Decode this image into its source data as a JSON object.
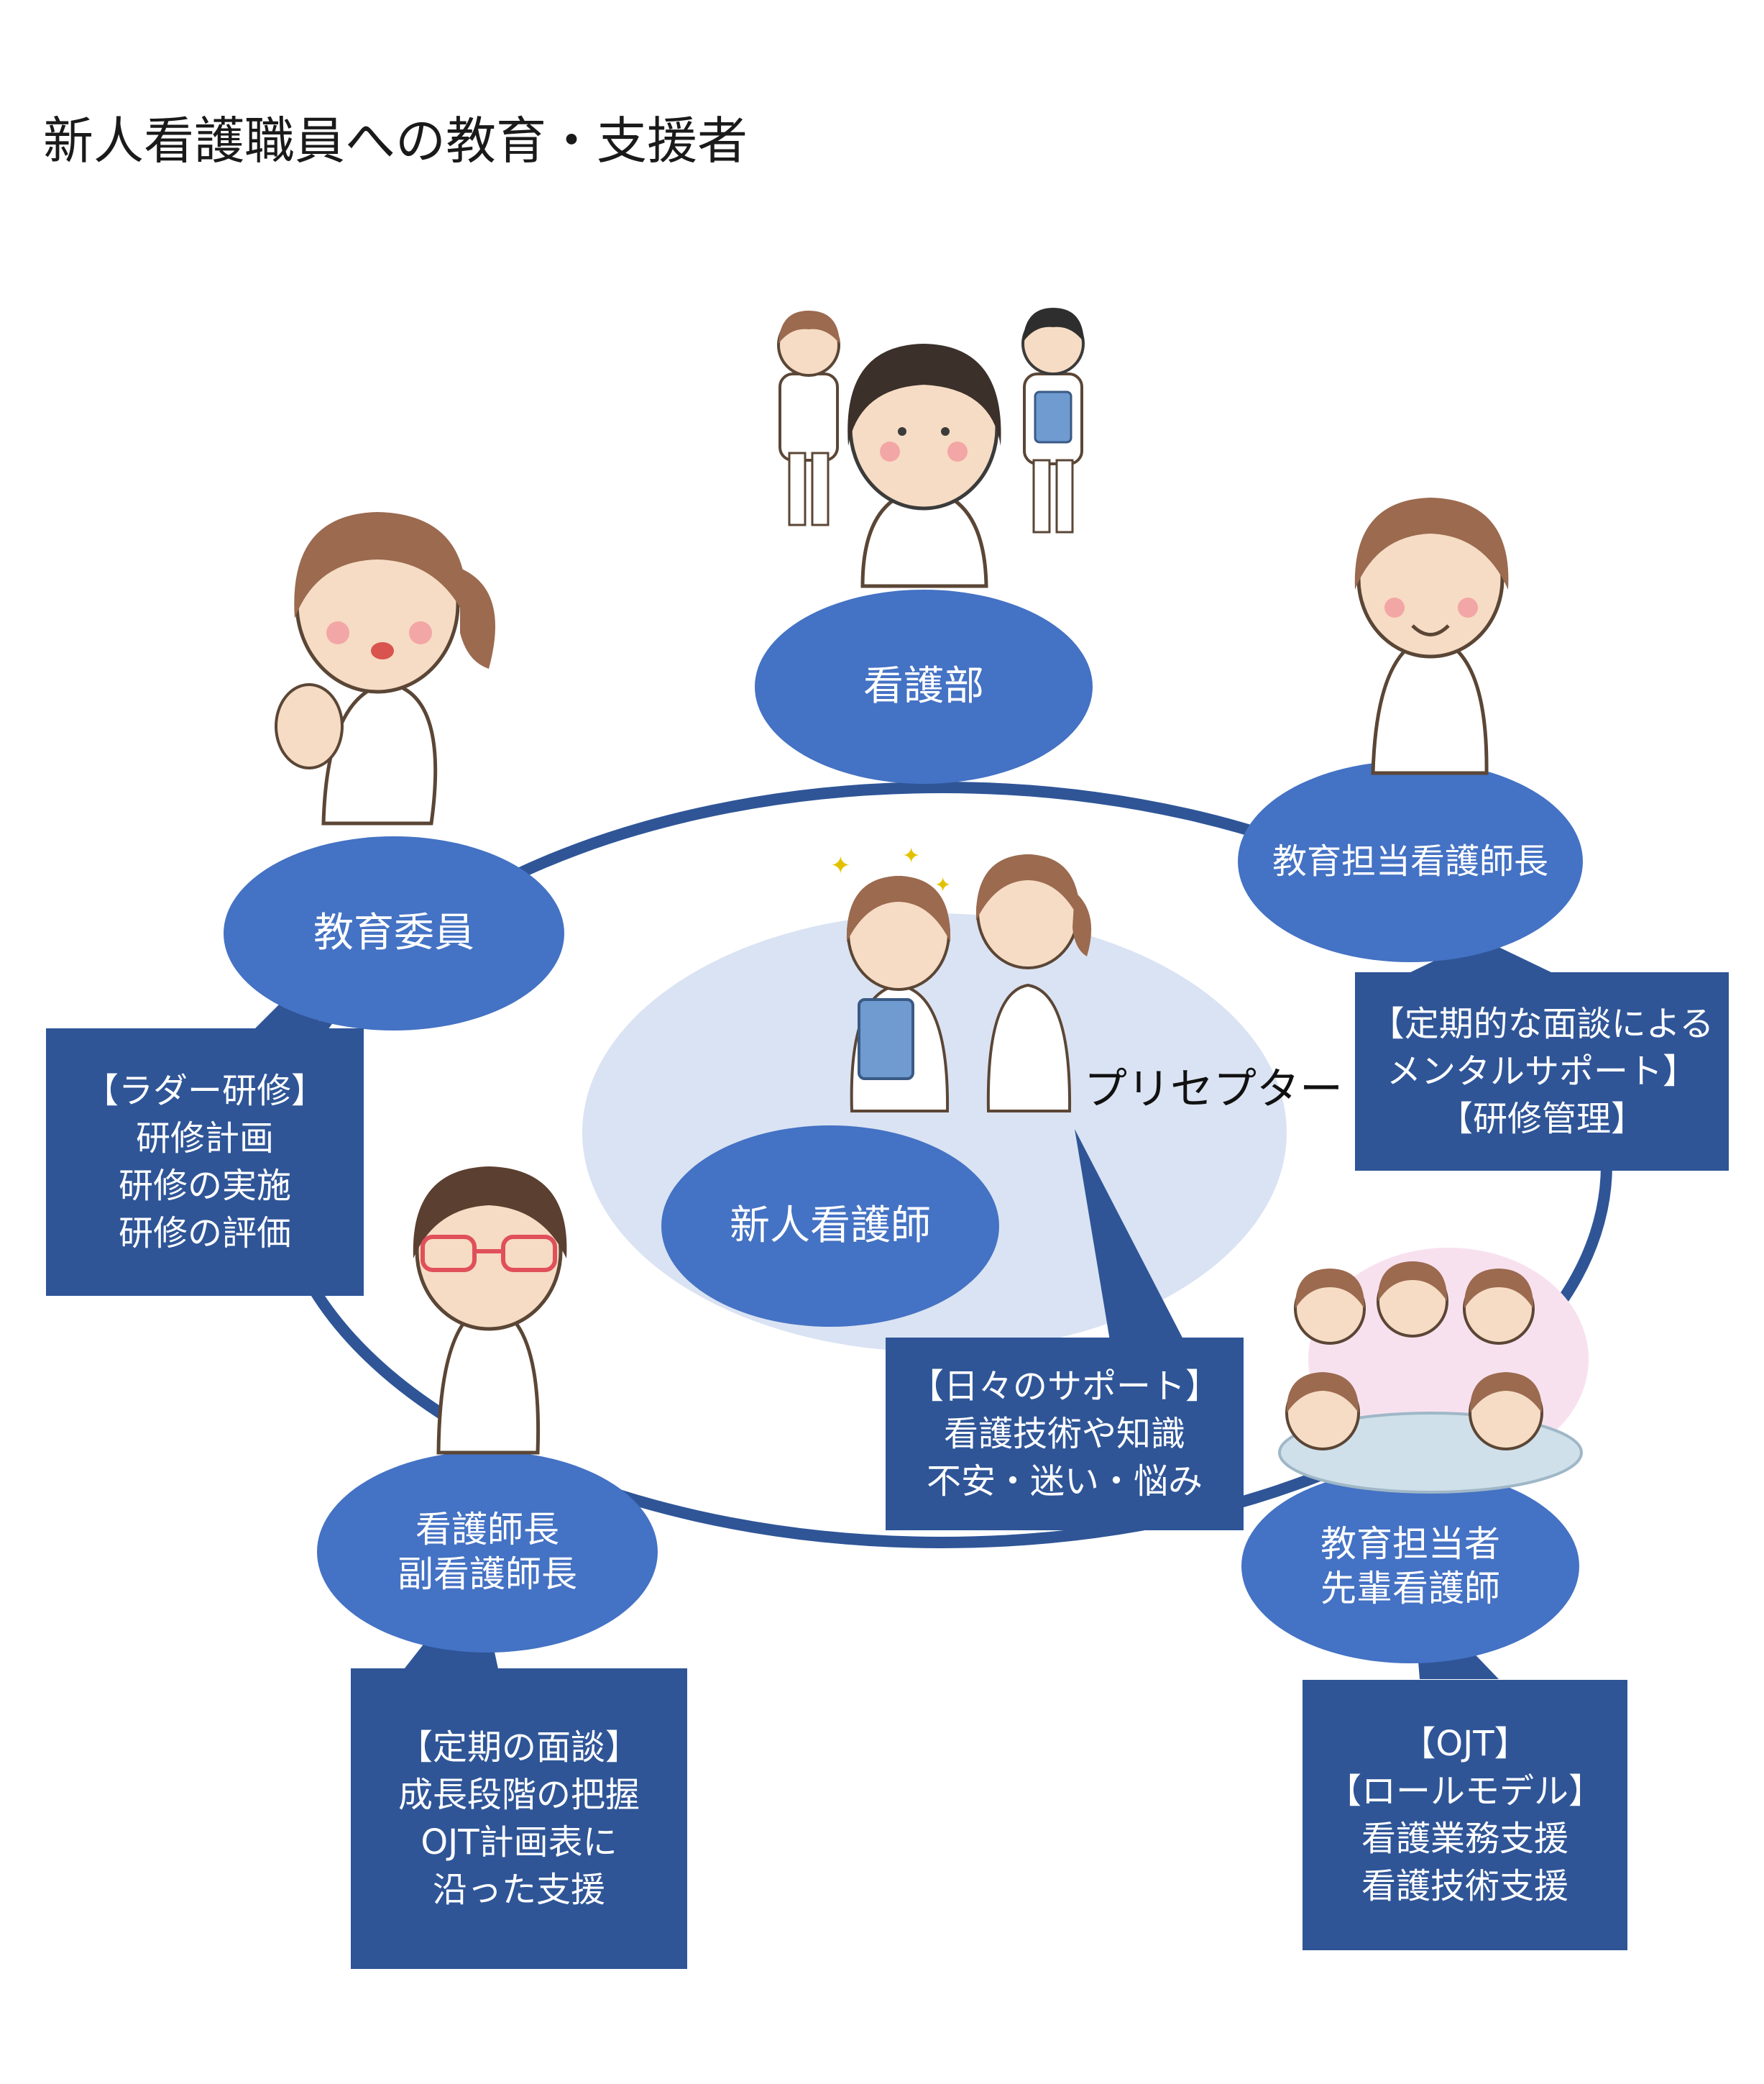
{
  "title": "新人看護職員への教育・支援者",
  "colors": {
    "oval_fill": "#4472c4",
    "box_fill": "#2f5597",
    "ring": "#2f5597",
    "center_fill": "#dae3f3"
  },
  "center": {
    "label": "新人看護師",
    "preceptor_label": "プリセプター"
  },
  "nodes": {
    "nursing_dept": {
      "label": "看護部"
    },
    "education_head": {
      "label": "教育担当看護師長"
    },
    "education_committee": {
      "label": "教育委員"
    },
    "head_nurse": {
      "lines": [
        "看護師長",
        "副看護師長"
      ]
    },
    "education_staff": {
      "lines": [
        "教育担当者",
        "先輩看護師"
      ]
    }
  },
  "notes": {
    "ladder": [
      "【ラダー研修】",
      "研修計画",
      "研修の実施",
      "研修の評価"
    ],
    "mental": [
      "【定期的な面談による",
      "メンタルサポート】",
      "【研修管理】"
    ],
    "daily": [
      "【日々のサポート】",
      "看護技術や知識",
      "不安・迷い・悩み"
    ],
    "interview": [
      "【定期の面談】",
      "成長段階の把握",
      "OJT計画表に",
      "沿った支援"
    ],
    "ojt": [
      "【OJT】",
      "【ロールモデル】",
      "看護業務支援",
      "看護技術支援"
    ]
  },
  "figures": [
    "nurse-group-top-icon",
    "nurse-ok-sign-icon",
    "nurse-smiling-icon",
    "nurse-pair-center-icon",
    "nurse-glasses-icon",
    "nurse-meeting-icon"
  ]
}
